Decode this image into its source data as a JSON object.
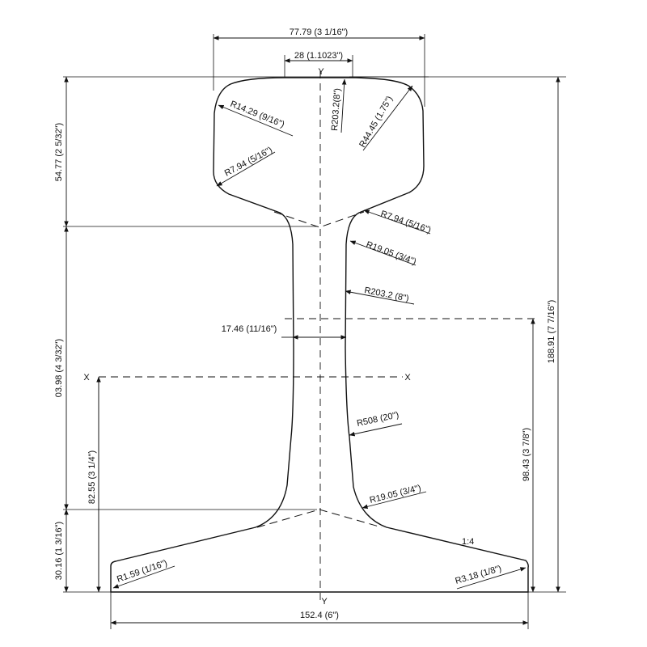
{
  "axes": {
    "y_top": "Y",
    "y_bottom": "Y",
    "x_left": "X",
    "x_right": "X"
  },
  "dimensions": {
    "head_width": "77.79 (3 1/16\")",
    "crown_width": "28 (1.1023\")",
    "base_width": "152.4 (6\")",
    "web_thickness": "17.46 (11/16\")",
    "head_height": "54.77 (2 5/32\")",
    "web_height": "03.98 (4 3/32\")",
    "base_height": "30.16 (1 3/16\")",
    "neutral_axis_height": "82.55 (3 1/4\")",
    "overall_height": "188.91 (7 7/16\")",
    "upper_height": "98.43 (3 7/8\")"
  },
  "radii": {
    "r_head_corner": "R14.29 (9/16\")",
    "r_crown": "R203.2(8\")",
    "r_head_side": "R44.45 (1.75\")",
    "r_head_lower_left": "R7.94 (5/16\")",
    "r_head_lower_right": "R7.94 (5/16\")",
    "r_fillet_upper": "R19.05 (3/4\")",
    "r_web_upper": "R203.2 (8\")",
    "r_web": "R508 (20\")",
    "r_fillet_lower": "R19.05 (3/4\")",
    "r_base_left": "R1.59 (1/16\")",
    "r_base_right": "R3.18 (1/8\")",
    "base_slope": "1:4"
  }
}
